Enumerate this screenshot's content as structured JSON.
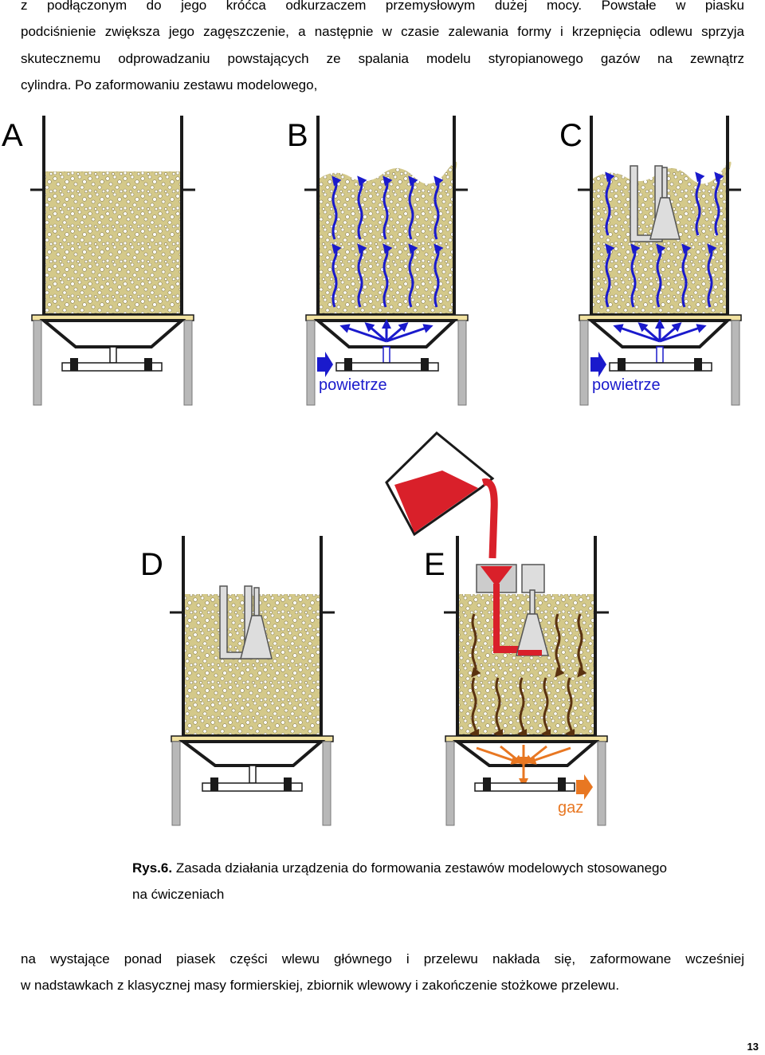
{
  "top_paragraph": {
    "lines": [
      "z podłączonym do jego króćca odkurzaczem przemysłowym dużej mocy. Powstałe w piasku",
      "podciśnienie zwiększa jego zagęszczenie, a następnie w czasie zalewania formy i krzepnięcia odlewu sprzyja",
      "skutecznemu odprowadzaniu powstających ze spalania modelu styropianowego gazów na zewnątrz",
      "cylindra. Po zaformowaniu zestawu modelowego,"
    ]
  },
  "figure": {
    "panels": [
      "A",
      "B",
      "C",
      "D",
      "E"
    ],
    "air_label": "powietrze",
    "gas_label": "gaz",
    "colors": {
      "sand": "#d4c98a",
      "air_arrow": "#1a1acc",
      "gas_arrow": "#e87722",
      "metal": "#d9202a",
      "frame": "#1a1a1a",
      "support": "#b8b8b8"
    }
  },
  "caption": {
    "label": "Rys.6.",
    "text": "Zasada działania urządzenia do formowania zestawów modelowych stosowanego",
    "text_line2": "na ćwiczeniach"
  },
  "bottom_paragraph": {
    "lines": [
      "na wystające ponad piasek części wlewu głównego i przelewu nakłada się, zaformowane wcześniej",
      "w nadstawkach z klasycznej masy formierskiej, zbiornik wlewowy i zakończenie stożkowe przelewu."
    ]
  },
  "page_number": "13"
}
